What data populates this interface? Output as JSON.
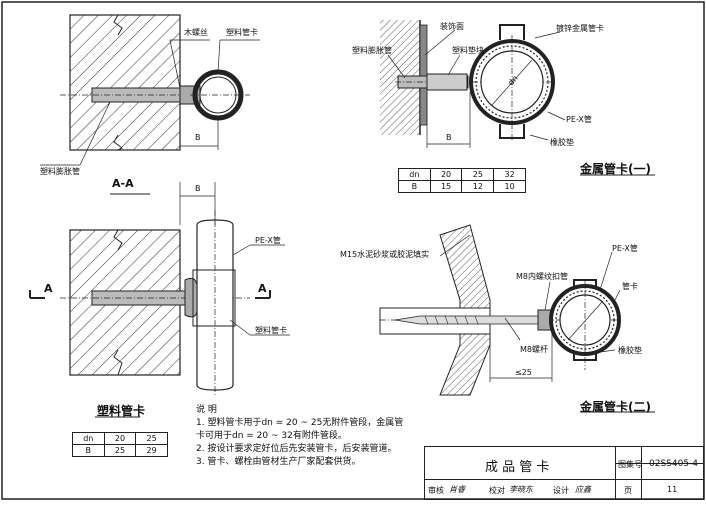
{
  "labels": {
    "wood_screw": "木螺丝",
    "plastic_clip_top": "塑料管卡",
    "plastic_anchor_left": "塑料膨胀管",
    "section_aa": "A-A",
    "b_dim_1": "B",
    "b_dim_2": "B",
    "b_dim_3": "B",
    "pe_x_pipe_1": "PE-X管",
    "plastic_clip_2": "塑料管卡",
    "section_a_left": "A",
    "section_a_right": "A",
    "plastic_clip_caption": "塑料管卡",
    "decor_face": "装饰面",
    "plastic_anchor_right": "塑料膨胀管",
    "plastic_spacer": "塑料垫块",
    "galv_clip": "镀锌金属管卡",
    "dn_label": "dn",
    "pe_x_pipe_2": "PE-X管",
    "rubber_pad_1": "橡胶垫",
    "metal_clip_1": "金属管卡(一)",
    "m15_mortar": "M15水泥砂浆或胶泥填实",
    "m8_nut": "M8内螺纹扣管",
    "m8_rod": "M8螺杆",
    "le25": "≤25",
    "pe_x_pipe_3": "PE-X管",
    "pipe_clip": "管卡",
    "rubber_pad_2": "橡胶垫",
    "metal_clip_2": "金属管卡(二)"
  },
  "table_metal": {
    "rows": [
      [
        "dn",
        "20",
        "25",
        "32"
      ],
      [
        "B",
        "15",
        "12",
        "10"
      ]
    ]
  },
  "table_plastic": {
    "rows": [
      [
        "dn",
        "20",
        "25"
      ],
      [
        "B",
        "25",
        "29"
      ]
    ]
  },
  "notes": {
    "heading": "说  明",
    "line1": "1. 塑料管卡用于dn = 20 ~ 25无附件管段，金属管",
    "line2": "   卡可用于dn = 20 ~ 32有附件管段。",
    "line3": "2. 按设计要求定好位后先安装管卡，后安装管道。",
    "line4": "3. 管卡、螺栓由管材生产厂家配套供货。"
  },
  "title_block": {
    "title": "成 品 管 卡",
    "atlas_label": "图集号",
    "atlas_no": "02SS405-4",
    "review": "审核",
    "review_sign": "肖睿",
    "check": "校对",
    "check_sign": "李晓东",
    "design": "设计",
    "design_sign": "应鑫",
    "page_label": "页",
    "page_no": "11"
  }
}
